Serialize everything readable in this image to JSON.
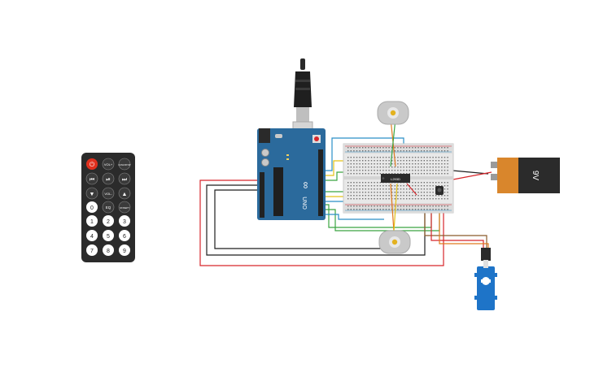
{
  "remote": {
    "row1": [
      "",
      "VOL+",
      "FUNC/STOP"
    ],
    "row2": [
      "",
      "",
      ""
    ],
    "row3": [
      "",
      "VOL-",
      ""
    ],
    "row4": [
      "0",
      "EQ",
      "ST/REPT"
    ],
    "row5": [
      "1",
      "2",
      "3"
    ],
    "row6": [
      "4",
      "5",
      "6"
    ],
    "row7": [
      "7",
      "8",
      "9"
    ]
  },
  "arduino": {
    "brand": "UNO",
    "logo": "∞"
  },
  "chip": {
    "label": "L293D"
  },
  "battery": {
    "label": "9V"
  },
  "colors": {
    "wire_red": "#d7262b",
    "wire_black": "#1f1f1f",
    "wire_yellow": "#e3c216",
    "wire_green": "#3aa541",
    "wire_blue": "#2a8fc7",
    "wire_orange": "#e07a1e",
    "wire_brown": "#8b5a2b",
    "arduino_blue": "#2b6a9c",
    "battery_orange": "#d9862c",
    "servo_blue": "#1e74c8"
  }
}
